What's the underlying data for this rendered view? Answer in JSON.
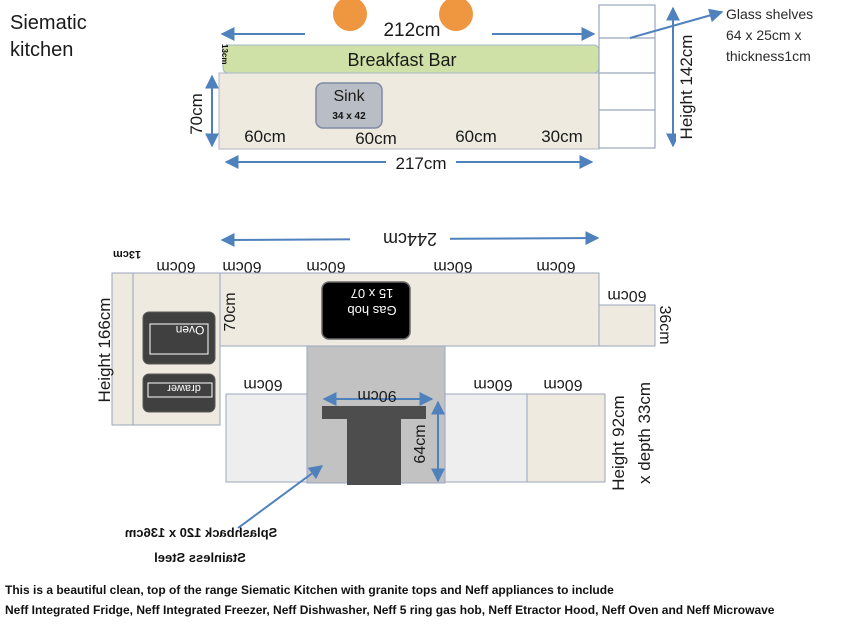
{
  "title": "Siematic kitchen",
  "top_plan": {
    "width_label": "212cm",
    "breakfast_bar": "Breakfast Bar",
    "bar_depth_label": "13cm",
    "sink": "Sink",
    "sink_size": "34 x 42",
    "depth_label": "70cm",
    "segments": [
      "60cm",
      "60cm",
      "60cm",
      "30cm"
    ],
    "total_label": "217cm",
    "shelf_height": "Height 142cm",
    "glass_shelves": [
      "Glass shelves",
      "64 x 25cm x",
      "thickness1cm"
    ]
  },
  "bottom_plan": {
    "total_label": "244cm",
    "end_label": "13cm",
    "wall_segments": [
      "60cm",
      "60cm",
      "60cm",
      "60cm",
      "60cm"
    ],
    "gas_hob": [
      "15 x 07",
      "Gas hob"
    ],
    "right_unit_width": "60cm",
    "right_unit_depth": "36cm",
    "tall_height": "Height 166cm",
    "tall_depth": "70cm",
    "oven": "Oven",
    "drawer": "drawer",
    "island_left": "60cm",
    "splashback_width": "90cm",
    "splashback_height": "64cm",
    "island_right": [
      "60cm",
      "60cm"
    ],
    "island_height": [
      "Height 92cm",
      "x depth 33cm"
    ],
    "splashback_note": [
      "Splashback 120 x 136cm",
      "Stainless Steel"
    ]
  },
  "description": [
    "This is a beautiful clean, top of the range Siematic Kitchen with granite tops and Neff appliances to include",
    "Neff Integrated Fridge, Neff Integrated Freezer, Neff Dishwasher, Neff 5 ring gas hob, Neff Etractor Hood, Neff Oven and Neff Microwave"
  ],
  "colors": {
    "worktop": "#eeeadf",
    "breakfast_bar": "#cfe1a6",
    "arrow": "#4f81bd",
    "stool": "#ee9640",
    "appliance": "#404040",
    "hob": "#000000",
    "splash_area": "#c2c2c2",
    "hood": "#4d4d4d"
  }
}
